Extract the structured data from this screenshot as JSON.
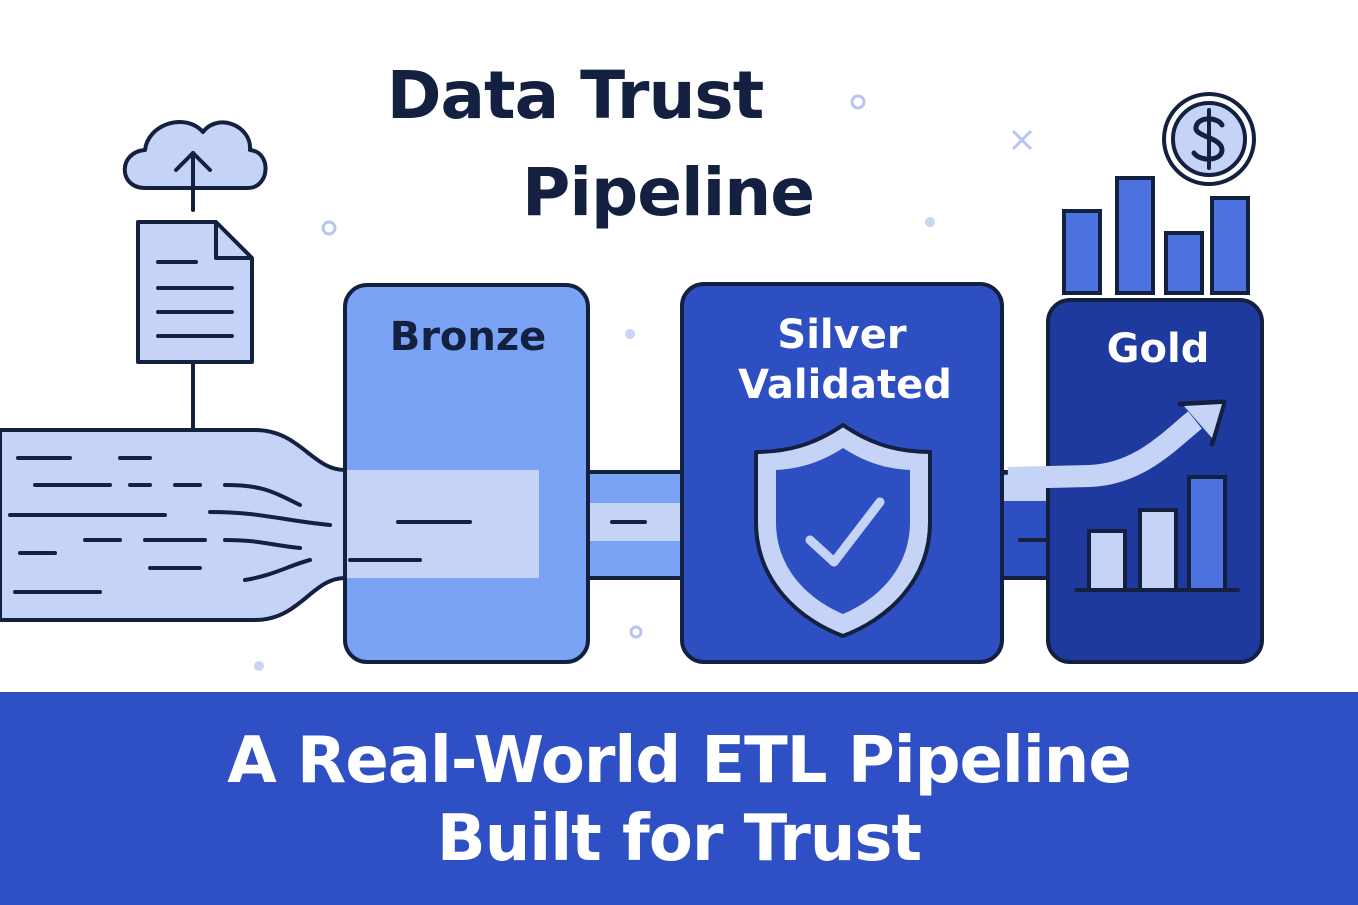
{
  "title": {
    "line1": "Data Trust",
    "line2": "Pipeline"
  },
  "stages": [
    {
      "id": "bronze",
      "label_lines": [
        "Bronze"
      ]
    },
    {
      "id": "silver",
      "label_lines": [
        "Silver",
        "Validated"
      ]
    },
    {
      "id": "gold",
      "label_lines": [
        "Gold"
      ]
    }
  ],
  "banner": {
    "line1": "A Real-World ETL Pipeline",
    "line2": "Built for Trust"
  },
  "icons": {
    "source_upload": "cloud-upload-icon",
    "source_file": "document-icon",
    "silver_badge": "shield-check-icon",
    "gold_currency": "dollar-coin-icon",
    "gold_top_chart": "bar-chart-icon",
    "gold_inner_chart": "bar-chart-trend-icon"
  },
  "colors": {
    "ink": "#13203f",
    "bronze_fill": "#7ba3f5",
    "silver_fill": "#2e4fc1",
    "gold_fill": "#1f3a9e",
    "pipe_fill": "#c5d3f7",
    "banner": "#2f4fc4",
    "bar_fill": "#4c72e0"
  }
}
